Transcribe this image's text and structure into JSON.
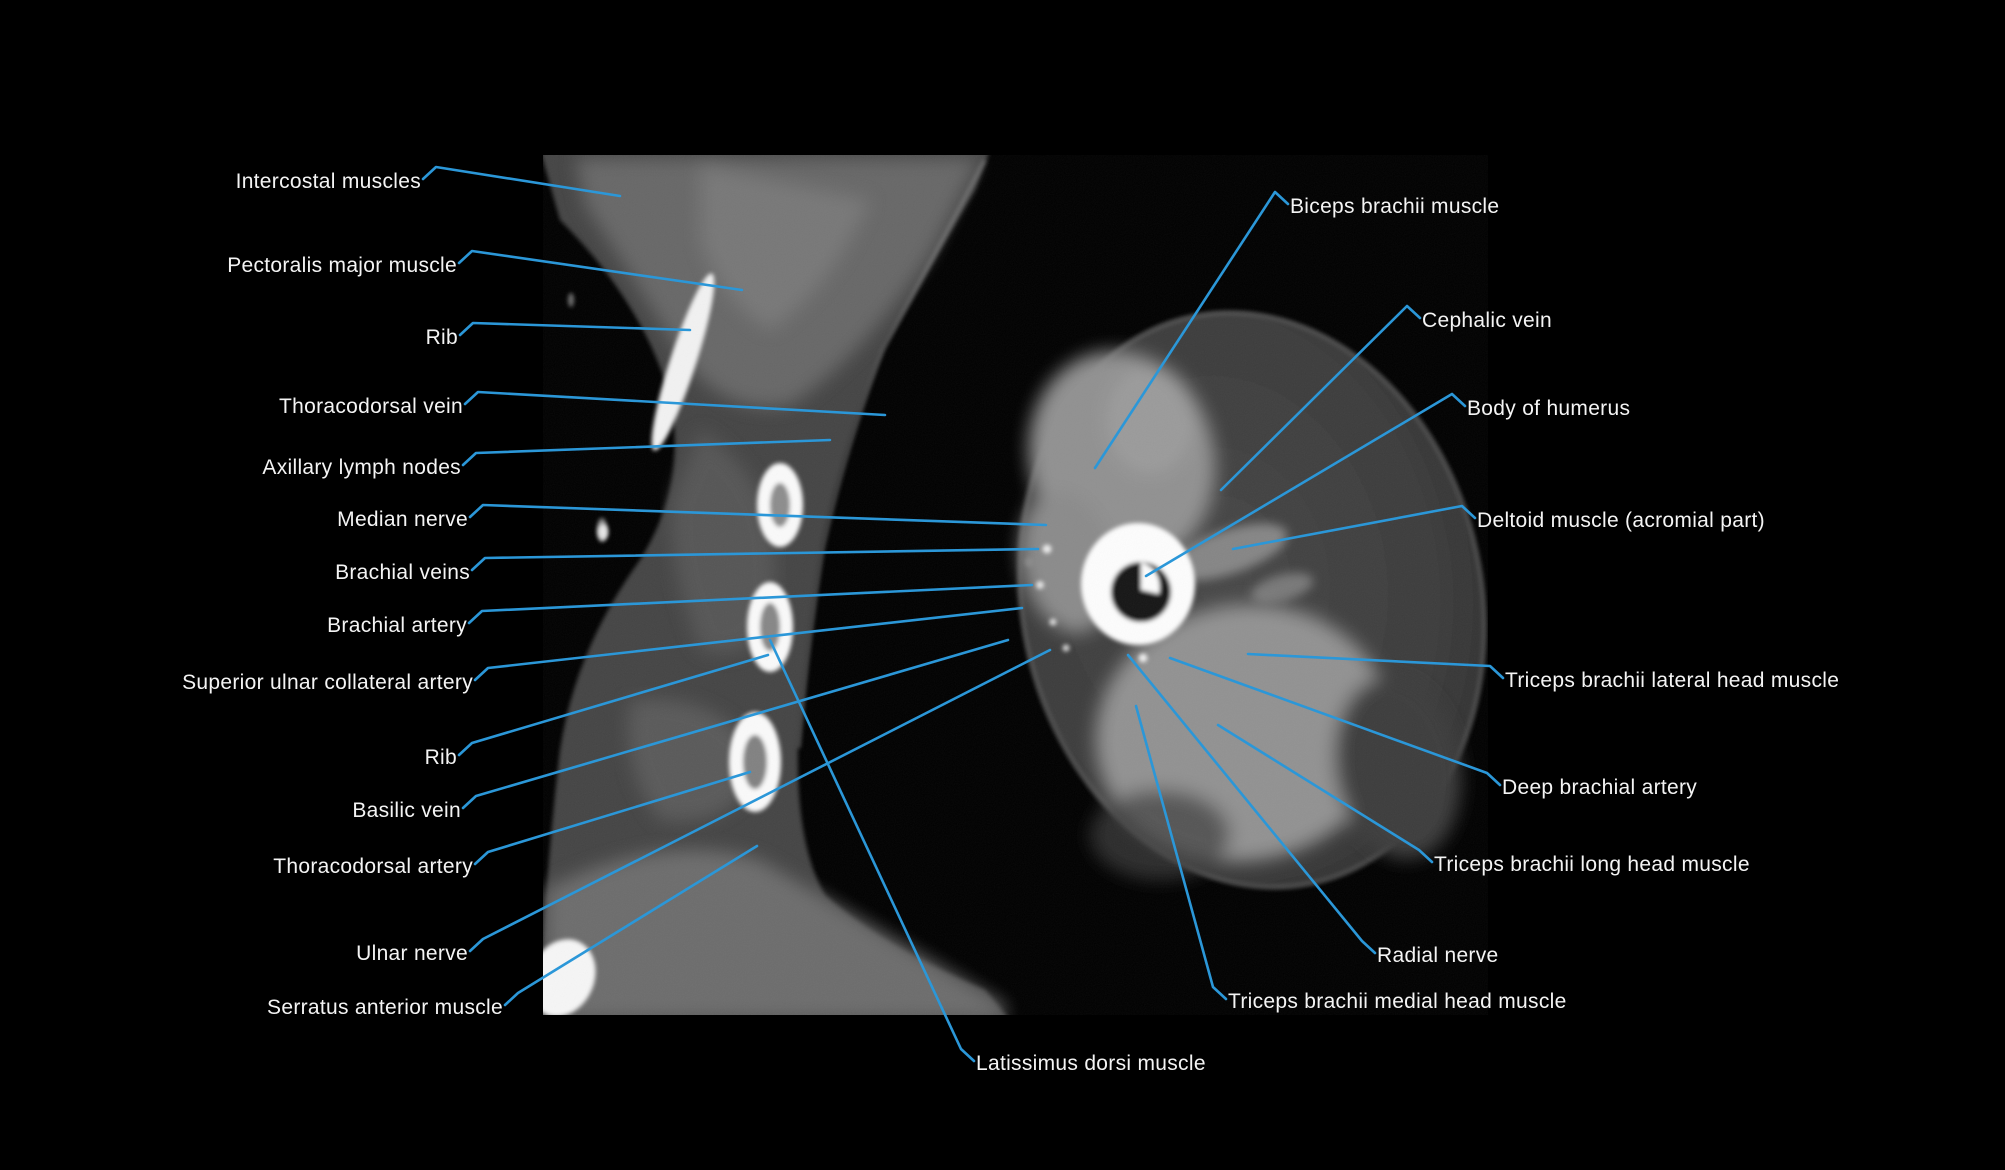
{
  "figure": {
    "background_color": "#000000",
    "leader_line_color": "#2b97d8",
    "label_text_color": "#f4f4f4"
  },
  "annotations": [
    {
      "id": "intercostal-muscles",
      "side": "L",
      "text": "Intercostal muscles"
    },
    {
      "id": "pectoralis-major-muscle",
      "side": "L",
      "text": "Pectoralis major muscle"
    },
    {
      "id": "rib-upper",
      "side": "L",
      "text": "Rib"
    },
    {
      "id": "thoracodorsal-vein",
      "side": "L",
      "text": "Thoracodorsal vein"
    },
    {
      "id": "axillary-lymph-nodes",
      "side": "L",
      "text": "Axillary lymph nodes"
    },
    {
      "id": "median-nerve",
      "side": "L",
      "text": "Median nerve"
    },
    {
      "id": "brachial-veins",
      "side": "L",
      "text": "Brachial veins"
    },
    {
      "id": "brachial-artery",
      "side": "L",
      "text": "Brachial artery"
    },
    {
      "id": "superior-ulnar-collateral-artery",
      "side": "L",
      "text": "Superior ulnar collateral artery"
    },
    {
      "id": "rib-lower",
      "side": "L",
      "text": "Rib"
    },
    {
      "id": "basilic-vein",
      "side": "L",
      "text": "Basilic vein"
    },
    {
      "id": "thoracodorsal-artery",
      "side": "L",
      "text": "Thoracodorsal artery"
    },
    {
      "id": "ulnar-nerve",
      "side": "L",
      "text": "Ulnar nerve"
    },
    {
      "id": "serratus-anterior-muscle",
      "side": "L",
      "text": "Serratus anterior muscle"
    },
    {
      "id": "biceps-brachii-muscle",
      "side": "R",
      "text": "Biceps brachii muscle"
    },
    {
      "id": "cephalic-vein",
      "side": "R",
      "text": "Cephalic vein"
    },
    {
      "id": "body-of-humerus",
      "side": "R",
      "text": "Body of humerus"
    },
    {
      "id": "deltoid-muscle-acromial-part",
      "side": "R",
      "text": "Deltoid muscle (acromial part)"
    },
    {
      "id": "triceps-brachii-lateral-head-muscle",
      "side": "R",
      "text": "Triceps brachii lateral head muscle"
    },
    {
      "id": "deep-brachial-artery",
      "side": "R",
      "text": "Deep brachial artery"
    },
    {
      "id": "triceps-brachii-long-head-muscle",
      "side": "R",
      "text": "Triceps brachii long head muscle"
    },
    {
      "id": "radial-nerve",
      "side": "R",
      "text": "Radial nerve"
    },
    {
      "id": "triceps-brachii-medial-head-muscle",
      "side": "R",
      "text": "Triceps brachii medial head muscle"
    },
    {
      "id": "latissimus-dorsi-muscle",
      "side": "R",
      "text": "Latissimus dorsi muscle"
    }
  ]
}
